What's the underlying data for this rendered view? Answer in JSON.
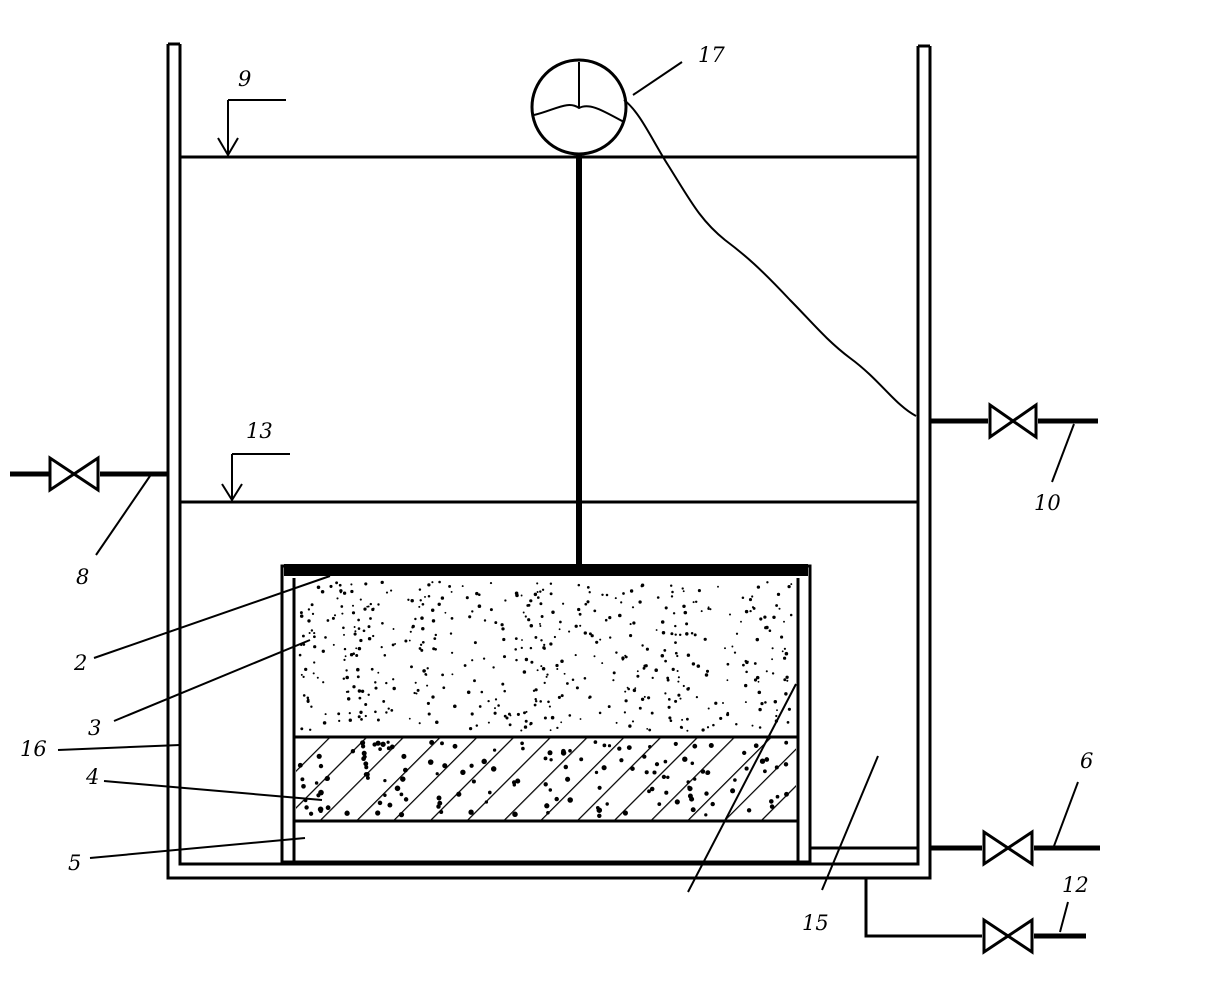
{
  "labels": {
    "l2": "2",
    "l3": "3",
    "l4": "4",
    "l5": "5",
    "l6": "6",
    "l8": "8",
    "l9": "9",
    "l10": "10",
    "l12": "12",
    "l13": "13",
    "l15": "15",
    "l16": "16",
    "l17": "17"
  },
  "colors": {
    "ink": "#000000",
    "paper": "#ffffff"
  }
}
